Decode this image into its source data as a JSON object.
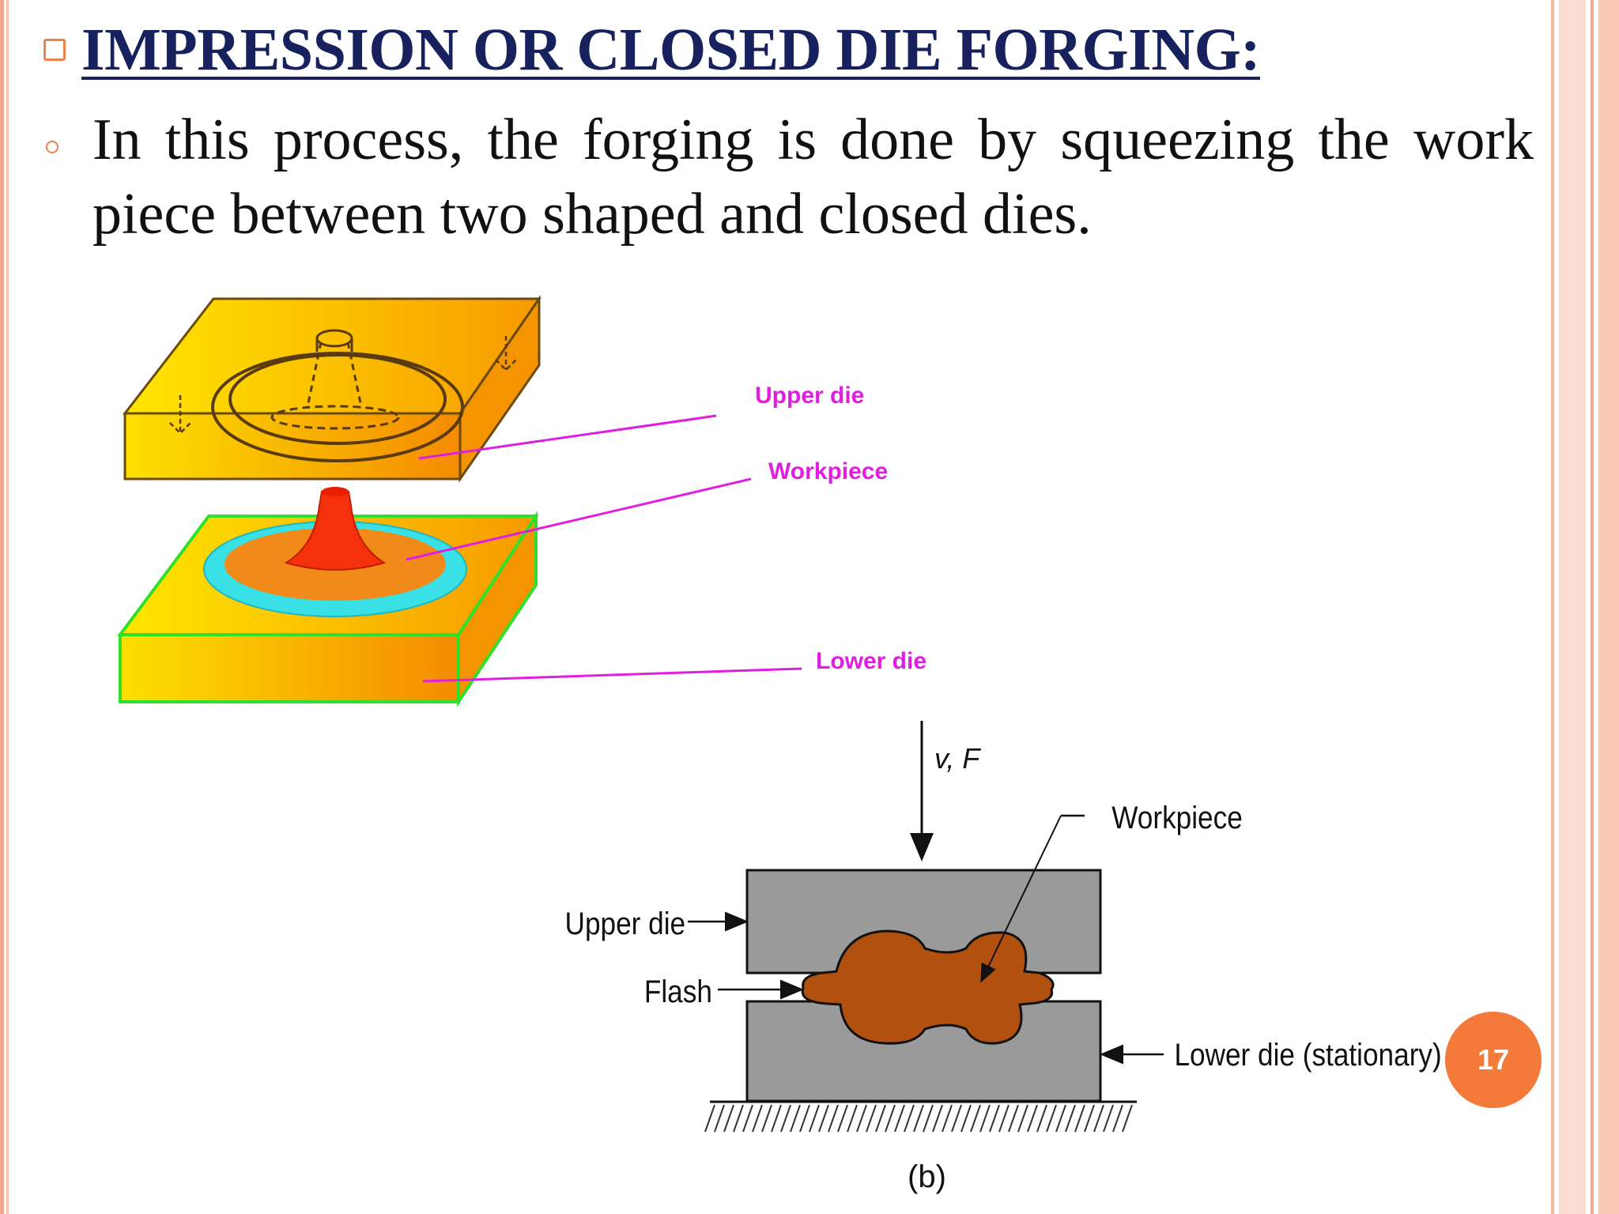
{
  "slide": {
    "heading": "IMPRESSION OR CLOSED DIE FORGING:",
    "body": "In this process, the forging is done by squeezing the work piece between two shaped and closed dies.",
    "page_number": "17"
  },
  "figure_a": {
    "labels": {
      "upper_die": "Upper die",
      "workpiece": "Workpiece",
      "lower_die": "Lower die"
    },
    "colors": {
      "die_light": "#ffe600",
      "die_dark": "#f79a00",
      "label": "#e01ee0",
      "cyan_ring": "#39e0e6",
      "workpiece_red": "#f5300c",
      "green_edge": "#31e02a"
    }
  },
  "figure_b": {
    "labels": {
      "force": "v, F",
      "workpiece": "Workpiece",
      "upper_die": "Upper die",
      "flash": "Flash",
      "lower_die": "Lower die (stationary)",
      "caption": "(b)"
    },
    "colors": {
      "die_gray": "#9a9a9a",
      "workpiece_brown": "#b2500f"
    }
  }
}
